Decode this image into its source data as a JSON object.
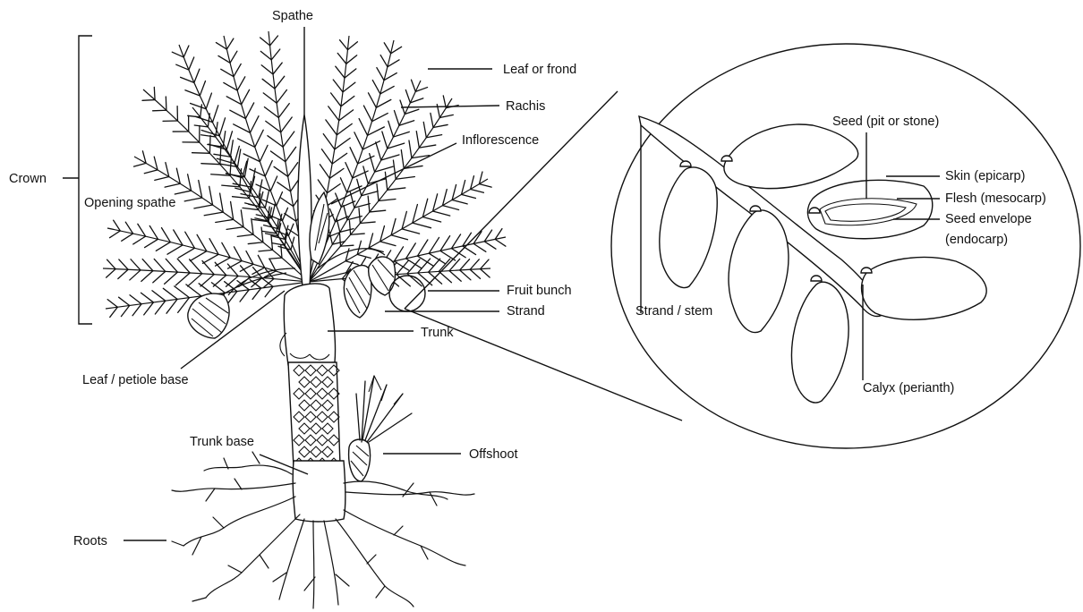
{
  "labels": {
    "spathe": "Spathe",
    "leaf_frond": "Leaf or frond",
    "rachis": "Rachis",
    "inflorescence": "Inflorescence",
    "crown": "Crown",
    "opening_spathe": "Opening spathe",
    "fruit_bunch": "Fruit bunch",
    "strand": "Strand",
    "trunk": "Trunk",
    "leaf_petiole_base": "Leaf / petiole base",
    "trunk_base": "Trunk base",
    "offshoot": "Offshoot",
    "roots": "Roots",
    "seed": "Seed (pit or stone)",
    "skin": "Skin (epicarp)",
    "flesh": "Flesh (mesocarp)",
    "seed_envelope_1": "Seed envelope",
    "seed_envelope_2": "(endocarp)",
    "strand_stem": "Strand / stem",
    "calyx": "Calyx (perianth)"
  },
  "colors": {
    "line": "#111111",
    "background": "#ffffff"
  }
}
